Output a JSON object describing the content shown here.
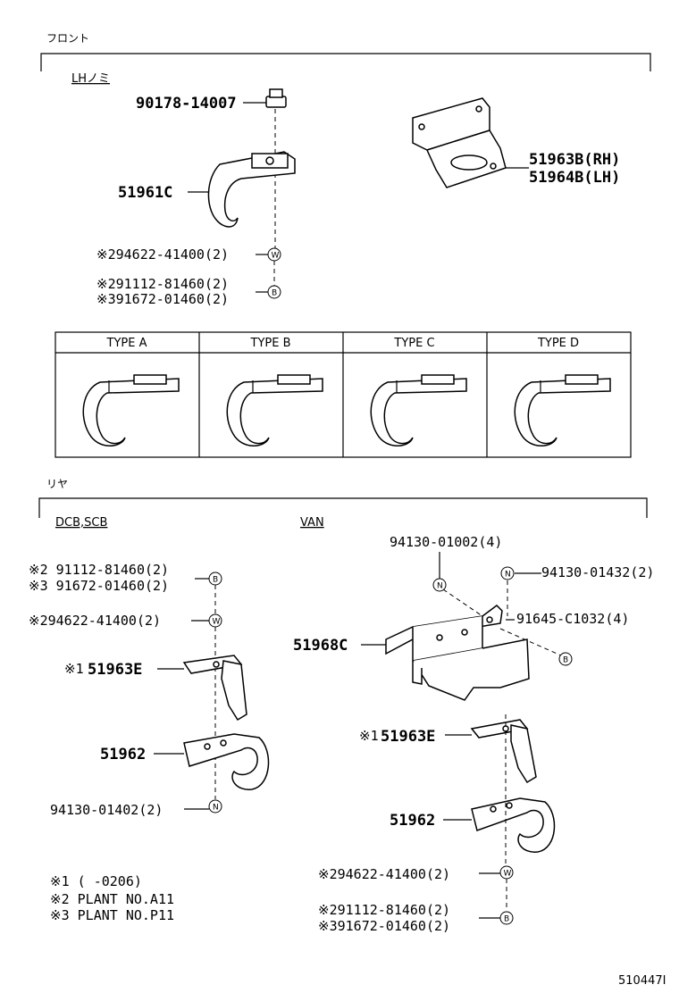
{
  "sections": {
    "front": "フロント",
    "rear": "リヤ"
  },
  "front": {
    "group_label": "LHノミ",
    "bolt_part": "90178-14007",
    "hook_part": "51961C",
    "washer_part": "※294622-41400(2)",
    "bolt1_line1": "※291112-81460(2)",
    "bolt1_line2": "※391672-01460(2)",
    "bracket_rh": "51963B(RH)",
    "bracket_lh": "51964B(LH)",
    "washer_sym": "W",
    "bolt_sym": "B"
  },
  "types": {
    "headers": [
      "TYPE A",
      "TYPE B",
      "TYPE C",
      "TYPE D"
    ]
  },
  "rear_dcb": {
    "group_label": "DCB,SCB",
    "bolt_line1": "※2 91112-81460(2)",
    "bolt_line2": "※3 91672-01460(2)",
    "washer": "※294622-41400(2)",
    "bracket_prefix": "※1",
    "bracket": "51963E",
    "hook": "51962",
    "nut": "94130-01402(2)",
    "sym_b": "B",
    "sym_w": "W",
    "sym_n": "N"
  },
  "rear_van": {
    "group_label": "VAN",
    "nut1": "94130-01002(4)",
    "nut2": "94130-01432(2)",
    "bolt": "91645-C1032(4)",
    "bracket_main": "51968C",
    "bracket_prefix": "※1",
    "bracket": "51963E",
    "hook": "51962",
    "washer": "※294622-41400(2)",
    "bolt_line1": "※291112-81460(2)",
    "bolt_line2": "※391672-01460(2)",
    "sym_b": "B",
    "sym_w": "W",
    "sym_n": "N"
  },
  "notes": [
    "※1 (     -0206)",
    "※2 PLANT NO.A11",
    "※3 PLANT NO.P11"
  ],
  "figure_id": "510447I"
}
